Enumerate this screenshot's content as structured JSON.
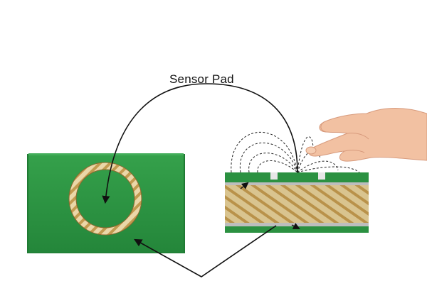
{
  "diagram": {
    "title_label": "Sensor Pad",
    "colors": {
      "pcb_green": "#2f9a45",
      "pcb_green_dark": "#1f7a33",
      "copper_stripe": "#c9a763",
      "copper_light": "#ead7a8",
      "arrow": "#111111",
      "skin": "#f2c1a2"
    },
    "icons": [
      "pcb-board",
      "copper-ring-pad",
      "pcb-cross-section",
      "hand",
      "electric-field-lines"
    ]
  }
}
